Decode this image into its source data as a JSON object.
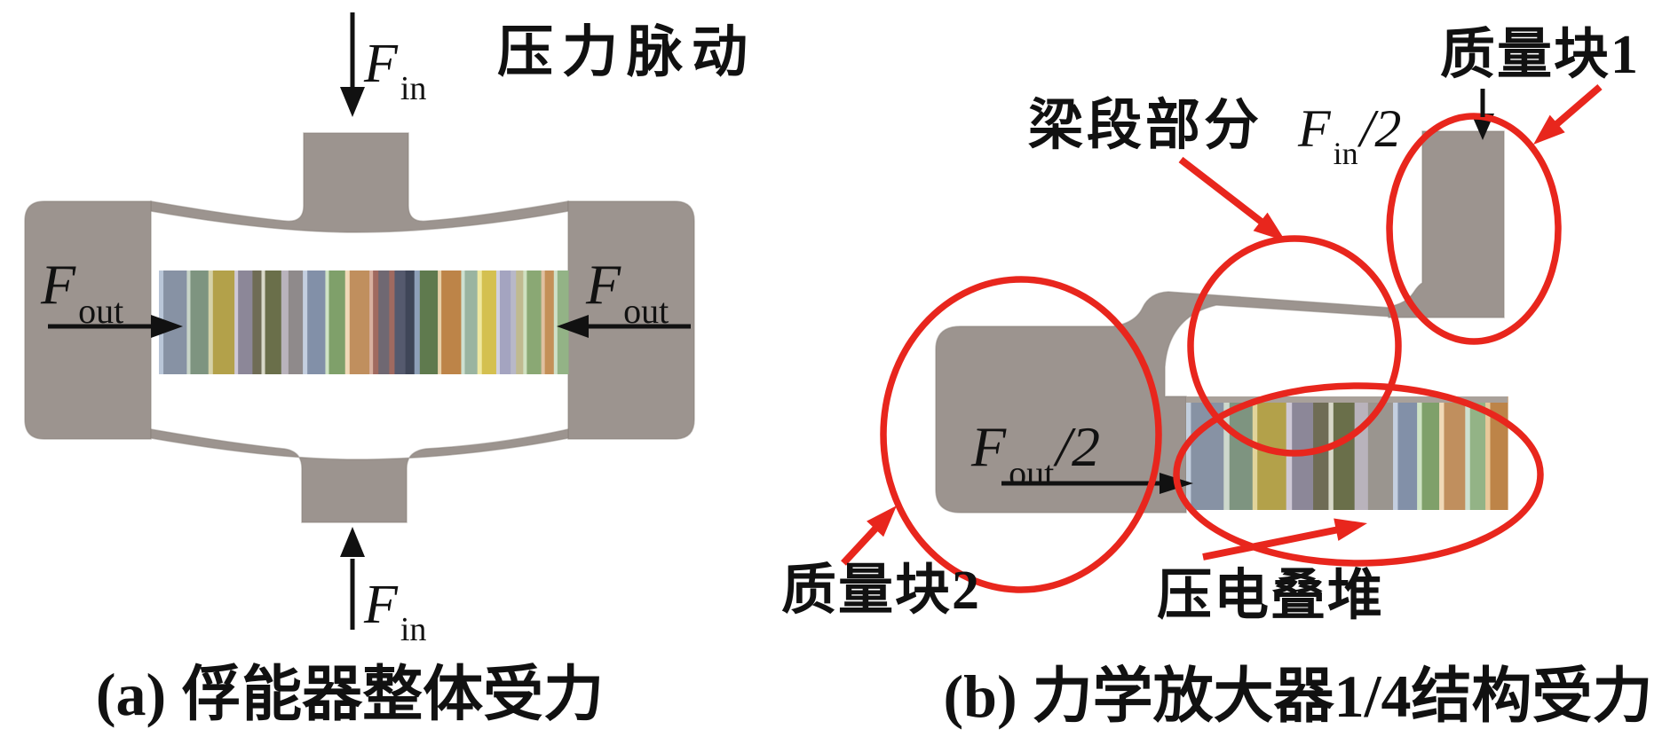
{
  "figure_a": {
    "caption": "(a) 俘能器整体受力",
    "pressure_label": "压力脉动",
    "force_in": {
      "symbol": "F",
      "subscript": "in"
    },
    "force_out": {
      "symbol": "F",
      "subscript": "out"
    }
  },
  "figure_b": {
    "caption": "(b) 力学放大器1/4结构受力",
    "labels": {
      "beam_segment": "梁段部分",
      "mass_block_1": "质量块1",
      "mass_block_2": "质量块2",
      "piezo_stack": "压电叠堆"
    },
    "force_in_half": {
      "symbol": "F",
      "subscript": "in",
      "suffix": "/2"
    },
    "force_out_half": {
      "symbol": "F",
      "subscript": "out",
      "suffix": "/2"
    }
  },
  "colors": {
    "structure_gray": "#9c948f",
    "structure_edge": "#87807a",
    "annotation_red": "#e8261d",
    "arrow_black": "#111111",
    "stack_cap_gray": "#a9a19a"
  },
  "piezo_stack_a": {
    "stripes": [
      [
        5,
        "#b9c6d8"
      ],
      [
        26,
        "#8792a4"
      ],
      [
        4,
        "#c8d4c8"
      ],
      [
        20,
        "#7e9480"
      ],
      [
        5,
        "#d6d2a8"
      ],
      [
        24,
        "#b3a14a"
      ],
      [
        4,
        "#cfc9d6"
      ],
      [
        16,
        "#8c8798"
      ],
      [
        10,
        "#6f6c55"
      ],
      [
        4,
        "#d8d8c8"
      ],
      [
        18,
        "#6a6f4a"
      ],
      [
        8,
        "#b9b3bc"
      ],
      [
        16,
        "#8f8a8b"
      ],
      [
        5,
        "#c4cfe0"
      ],
      [
        20,
        "#8290a8"
      ],
      [
        4,
        "#cfe3c4"
      ],
      [
        18,
        "#7fa06a"
      ],
      [
        5,
        "#f0d9b8"
      ],
      [
        22,
        "#c08f5e"
      ],
      [
        4,
        "#d8b0a0"
      ],
      [
        6,
        "#a06a60"
      ],
      [
        12,
        "#6f6872"
      ],
      [
        6,
        "#a06a60"
      ],
      [
        12,
        "#555a6e"
      ],
      [
        10,
        "#3f4658"
      ],
      [
        6,
        "#8ea0b8"
      ],
      [
        20,
        "#5f7a4e"
      ],
      [
        4,
        "#e8d0a8"
      ],
      [
        22,
        "#bd8448"
      ],
      [
        4,
        "#cde0d0"
      ],
      [
        14,
        "#9ab4a0"
      ],
      [
        5,
        "#f0e8a0"
      ],
      [
        16,
        "#d4c050"
      ],
      [
        4,
        "#d0d0e0"
      ],
      [
        12,
        "#a4a4c0"
      ],
      [
        6,
        "#b8b8c8"
      ],
      [
        8,
        "#c0ba90"
      ],
      [
        4,
        "#cfe0c0"
      ],
      [
        16,
        "#8aa874"
      ],
      [
        4,
        "#e0c0a0"
      ],
      [
        10,
        "#c49058"
      ],
      [
        4,
        "#d0e0c8"
      ],
      [
        12,
        "#93b386"
      ]
    ]
  },
  "piezo_stack_b": {
    "stripes": [
      [
        5,
        "#c2cedd"
      ],
      [
        34,
        "#8792a4"
      ],
      [
        6,
        "#cdd8cc"
      ],
      [
        24,
        "#7e9480"
      ],
      [
        5,
        "#e2d49a"
      ],
      [
        30,
        "#b3a14a"
      ],
      [
        6,
        "#cfc9d6"
      ],
      [
        22,
        "#8c8798"
      ],
      [
        16,
        "#6f6c55"
      ],
      [
        5,
        "#d8d8c8"
      ],
      [
        22,
        "#6a6f4a"
      ],
      [
        14,
        "#b9b3bc"
      ],
      [
        26,
        "#9a958f"
      ],
      [
        5,
        "#c4cfe0"
      ],
      [
        20,
        "#8290a8"
      ],
      [
        5,
        "#cfe3c4"
      ],
      [
        18,
        "#7fa06a"
      ],
      [
        5,
        "#f0d9b8"
      ],
      [
        22,
        "#c08f5e"
      ],
      [
        5,
        "#cde0d0"
      ],
      [
        16,
        "#93b386"
      ],
      [
        5,
        "#e8c89a"
      ],
      [
        18,
        "#bd8448"
      ]
    ]
  }
}
